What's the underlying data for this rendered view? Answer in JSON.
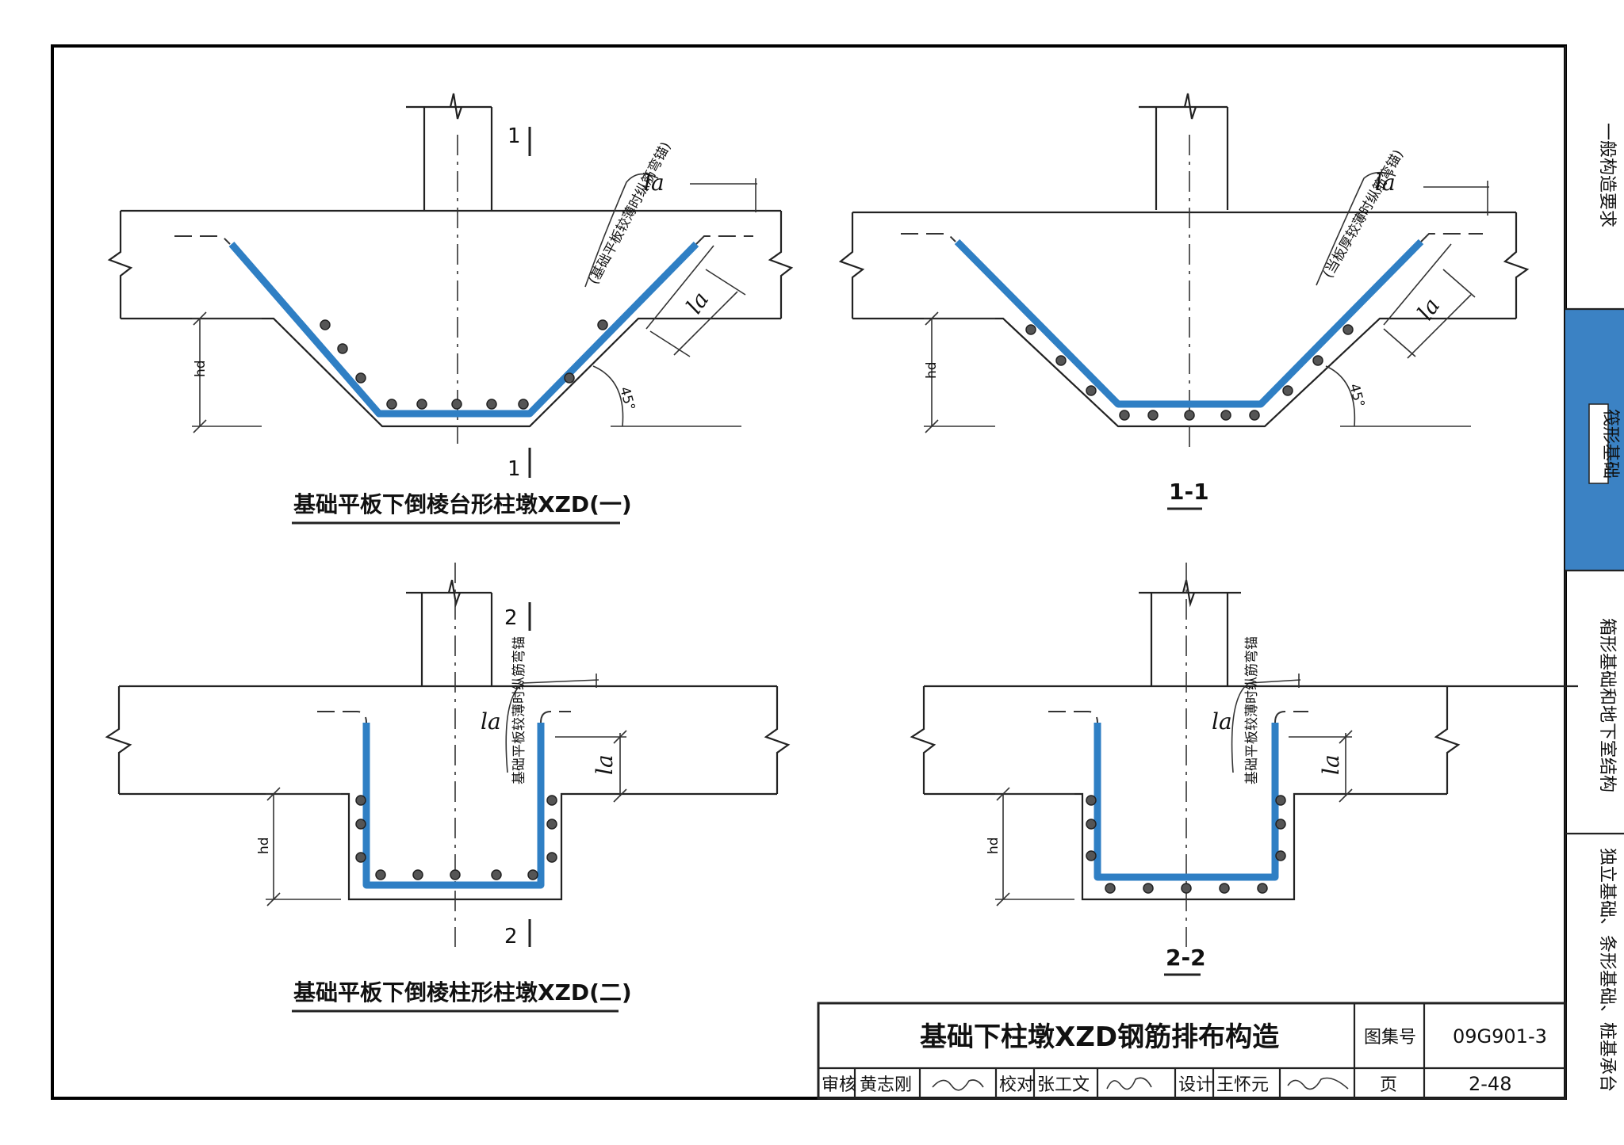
{
  "details": {
    "d1": {
      "title": "基础平板下倒棱台形柱墩XZD(一)",
      "note": "(基础平板较薄时纵筋弯锚)",
      "sec_mark": "1",
      "angle": "45°",
      "la": "la",
      "hd": "hd"
    },
    "s1": {
      "title": "1-1",
      "note": "(当板厚较薄时纵筋弯锚)",
      "angle": "45°",
      "la": "la",
      "hd": "hd"
    },
    "d2": {
      "title": "基础平板下倒棱柱形柱墩XZD(二)",
      "note": "基础平板较薄时纵筋弯锚",
      "sec_mark": "2",
      "la": "la",
      "hd": "hd"
    },
    "s2": {
      "title": "2-2",
      "note": "基础平板较薄时纵筋弯锚",
      "la": "la",
      "hd": "hd"
    }
  },
  "side_tabs": [
    {
      "label": "一般构造要求",
      "active": false
    },
    {
      "label": "筏形基础",
      "active": true
    },
    {
      "label": "箱形基础和地下室结构",
      "active": false
    },
    {
      "label": "独立基础、条形基础、桩基承台",
      "active": false
    }
  ],
  "title_block": {
    "drawing_title": "基础下柱墩XZD钢筋排布构造",
    "atlas_label": "图集号",
    "atlas_no": "09G901-3",
    "review_label": "审核",
    "reviewer": "黄志刚",
    "check_label": "校对",
    "checker": "张工文",
    "design_label": "设计",
    "designer": "王怀元",
    "page_label": "页",
    "page_no": "2-48"
  },
  "colors": {
    "rebar": "#2f7fc4",
    "accent_tab": "#3b82c4"
  }
}
